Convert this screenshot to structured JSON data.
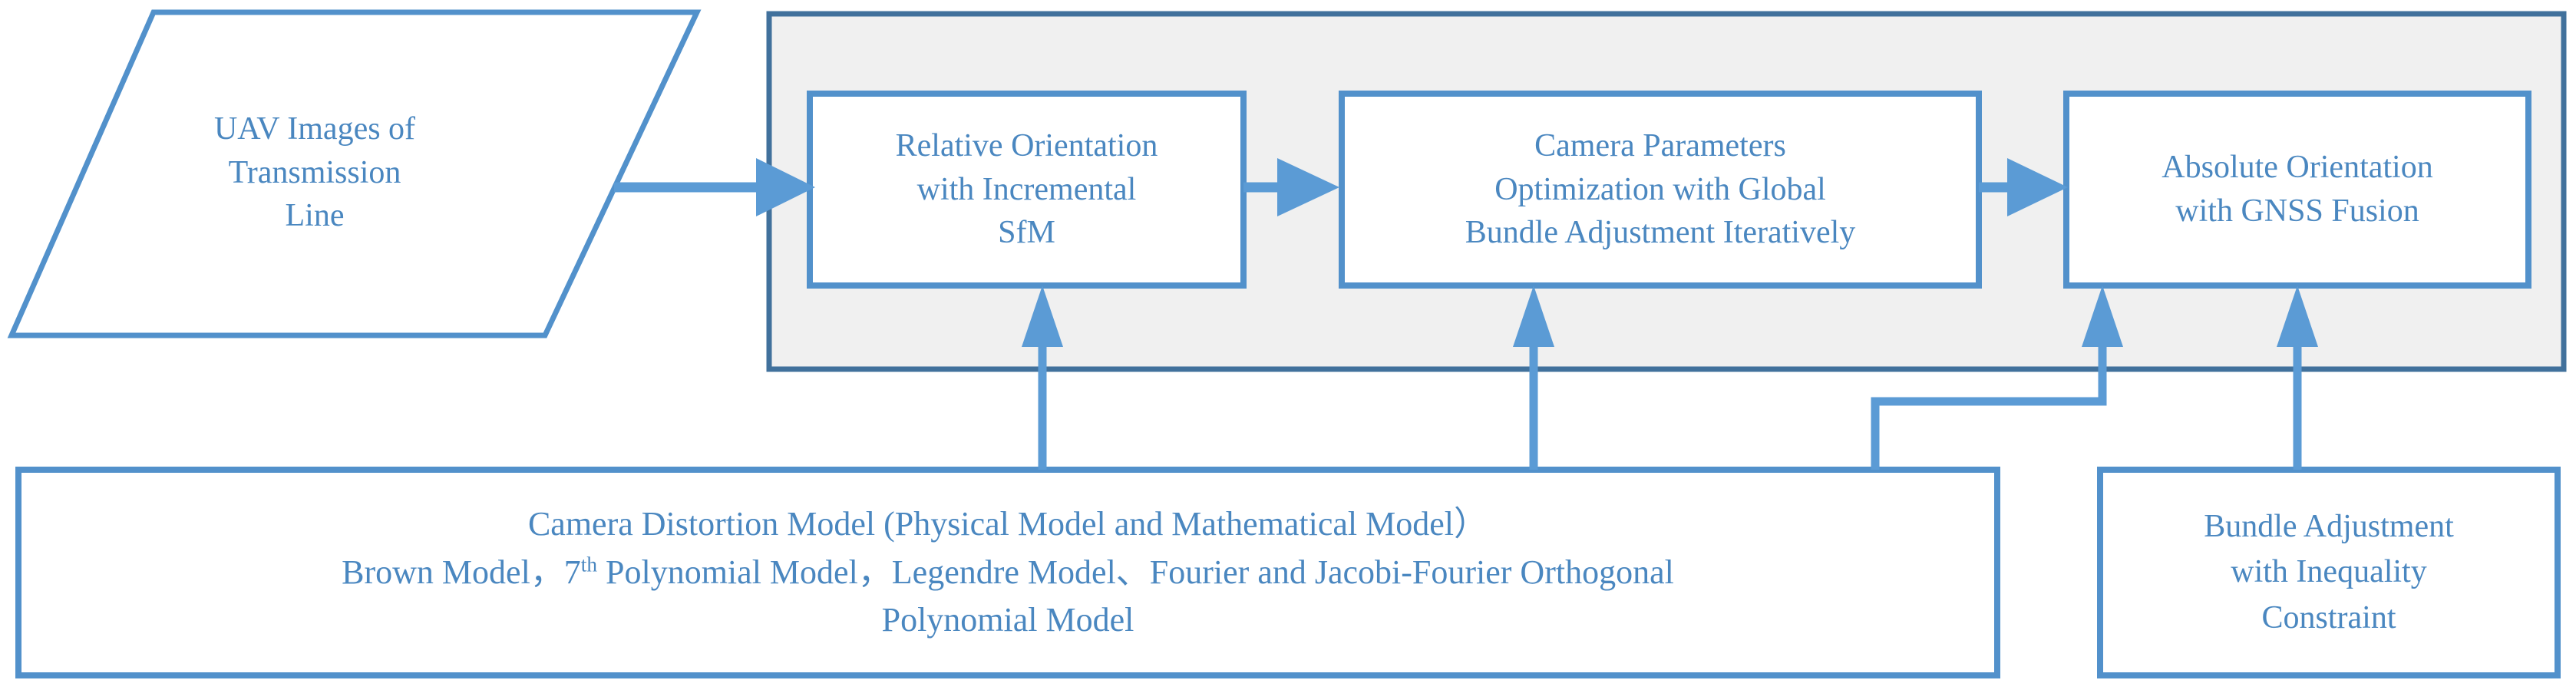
{
  "diagram": {
    "title": "UAV Transmission Line Photogrammetric Workflow",
    "colors": {
      "text_blue": "#4A87C0",
      "box_border": "#5291CB",
      "panel_border": "#41719C",
      "panel_fill": "#F0F0F0",
      "arrow_fill": "#5B9BD5",
      "background": "#FFFFFF"
    }
  },
  "source_node": {
    "shape": "parallelogram",
    "label": "UAV Images of\nTransmission\nLine"
  },
  "pipeline_panel": {
    "name": "processing-pipeline-panel",
    "steps": [
      {
        "id": "relative-orientation",
        "label": "Relative Orientation\nwith Incremental\nSfM"
      },
      {
        "id": "camera-parameters-optimization",
        "label": "Camera Parameters\nOptimization with Global\nBundle Adjustment Iteratively"
      },
      {
        "id": "absolute-orientation",
        "label": "Absolute Orientation\nwith GNSS Fusion"
      }
    ]
  },
  "support_nodes": [
    {
      "id": "camera-distortion-model",
      "line1": "Camera Distortion Model (Physical Model and Mathematical Model）",
      "line2_a": "Brown Model，",
      "line2_sup_num": "7",
      "line2_sup": "th",
      "line2_b": " Polynomial Model，",
      "line2_c": "Legendre Model、Fourier and Jacobi-Fourier Orthogonal",
      "line3": "Polynomial Model"
    },
    {
      "id": "bundle-adjustment-inequality",
      "label": "Bundle Adjustment\nwith Inequality\nConstraint"
    }
  ],
  "connectors": [
    {
      "id": "source-to-relative-orientation",
      "type": "arrow-right"
    },
    {
      "id": "relative-to-camera-parameters",
      "type": "arrow-right"
    },
    {
      "id": "camera-parameters-to-absolute",
      "type": "arrow-right"
    },
    {
      "id": "distortion-to-relative-orientation",
      "type": "arrow-up"
    },
    {
      "id": "distortion-to-camera-parameters",
      "type": "arrow-up"
    },
    {
      "id": "distortion-to-absolute-orientation",
      "type": "elbow-arrow-up"
    },
    {
      "id": "inequality-to-absolute-orientation",
      "type": "arrow-up"
    }
  ]
}
